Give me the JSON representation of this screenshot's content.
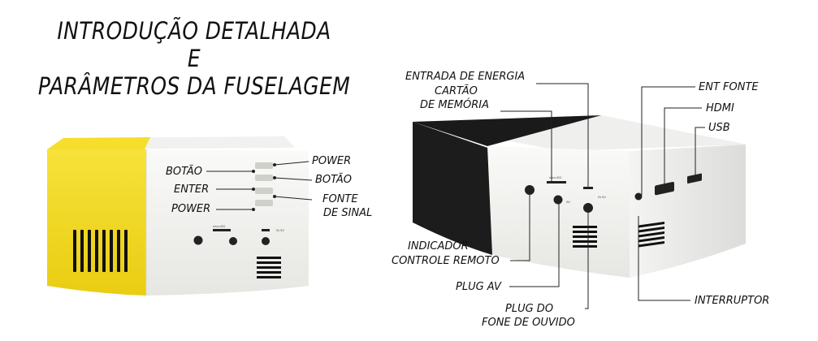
{
  "heading": {
    "line1": "INTRODUÇÃO DETALHADA",
    "line2": "E",
    "line3": "PARÂMETROS DA FUSELAGEM"
  },
  "left_labels": {
    "power_top": "POWER",
    "botao_left": "BOTÃO",
    "botao_right": "BOTÃO",
    "enter": "ENTER",
    "fonte": "FONTE",
    "de_sinal": "DE SINAL",
    "power_bottom": "POWER"
  },
  "right_labels": {
    "entrada": "ENTRADA DE ENERGIA",
    "cartao": "CARTÃO",
    "de_memoria": "DE MEMÓRIA",
    "indicador": "INDICADOR",
    "controle_remoto": "CONTROLE REMOTO",
    "plug_av": "PLUG AV",
    "plug_do": "PLUG DO",
    "fone": "FONE DE OUVIDO",
    "ent_fonte": "ENT FONTE",
    "hdmi": "HDMI",
    "usb": "USB",
    "interruptor": "INTERRUPTOR"
  },
  "device_print": {
    "microsd": "microSD",
    "av": "AV",
    "in5v": "IN 5V"
  },
  "colors": {
    "yellow": "#f5dc1e",
    "white_body": "#f3f3f1",
    "black_body": "#1c1c1c",
    "line": "#222222"
  }
}
